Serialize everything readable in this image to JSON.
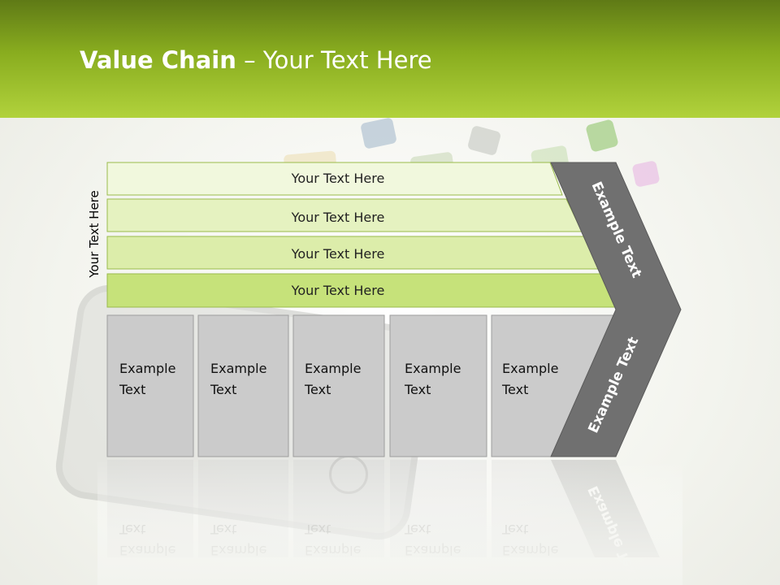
{
  "slide": {
    "title_bold": "Value Chain",
    "title_rest": " – Your Text Here",
    "vertical_label": "Your Text Here"
  },
  "bands": [
    {
      "label": "Your Text Here",
      "color": "#f1f8dd"
    },
    {
      "label": "Your Text Here",
      "color": "#e5f2c0"
    },
    {
      "label": "Your Text Here",
      "color": "#dcedaa"
    },
    {
      "label": "Your Text Here",
      "color": "#c6e27a"
    }
  ],
  "boxes": [
    {
      "line1": "Example",
      "line2": "Text"
    },
    {
      "line1": "Example",
      "line2": "Text"
    },
    {
      "line1": "Example",
      "line2": "Text"
    },
    {
      "line1": "Example",
      "line2": "Text"
    },
    {
      "line1": "Example",
      "line2": "Text"
    }
  ],
  "arrow": {
    "upper_label": "Example Text",
    "lower_label": "Example Text",
    "color": "#707070"
  },
  "colors": {
    "box_fill": "#cbcbcb",
    "header_top": "#5f7a16",
    "header_bottom": "#b1d23c"
  }
}
